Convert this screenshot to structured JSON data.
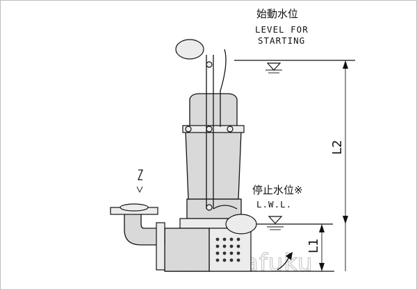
{
  "labels": {
    "start_level_jp": "始動水位",
    "start_level_en_line1": "LEVEL FOR",
    "start_level_en_line2": "STARTING",
    "stop_level_jp": "停止水位※",
    "stop_level_en": "L.W.L.",
    "dim_l1": "L1",
    "dim_l2": "L2"
  },
  "watermark": {
    "text": "babafuku"
  }
}
